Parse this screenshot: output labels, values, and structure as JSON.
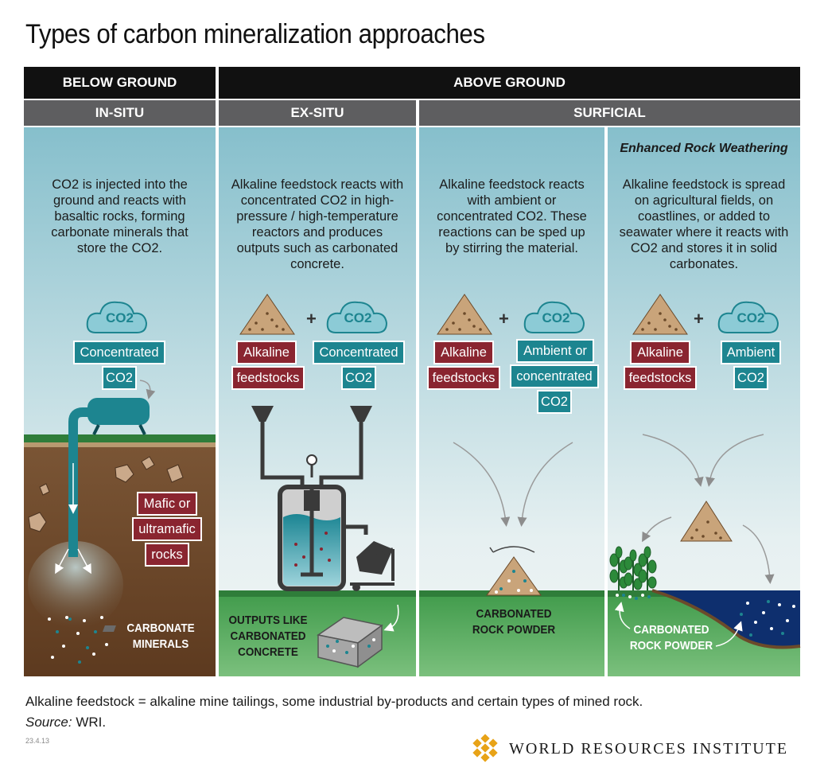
{
  "title": "Types of carbon mineralization approaches",
  "headers": {
    "below_ground": "BELOW GROUND",
    "above_ground": "ABOVE GROUND",
    "in_situ": "IN-SITU",
    "ex_situ": "EX-SITU",
    "surficial": "SURFICIAL"
  },
  "panels": {
    "in_situ": {
      "text": "CO2 is injected into the ground and reacts with basaltic rocks, forming carbonate minerals that store the CO2.",
      "cloud": "CO2",
      "tag_line1": "Concentrated",
      "tag_line2": "CO2",
      "rocks_line1": "Mafic or",
      "rocks_line2": "ultramafic",
      "rocks_line3": "rocks",
      "caption_line1": "CARBONATE",
      "caption_line2": "MINERALS"
    },
    "ex_situ": {
      "text": "Alkaline feedstock reacts with concentrated CO2 in high-pressure / high-temperature reactors and produces outputs such as carbonated concrete.",
      "plus": "+",
      "cloud": "CO2",
      "feed_line1": "Alkaline",
      "feed_line2": "feedstocks",
      "co2_line1": "Concentrated",
      "co2_line2": "CO2",
      "caption_line1": "OUTPUTS LIKE",
      "caption_line2": "CARBONATED",
      "caption_line3": "CONCRETE"
    },
    "surficial": {
      "text": "Alkaline feedstock reacts with ambient or concentrated CO2. These reactions can be sped up by stirring the material.",
      "plus": "+",
      "cloud": "CO2",
      "feed_line1": "Alkaline",
      "feed_line2": "feedstocks",
      "co2_line1": "Ambient or",
      "co2_line2": "concentrated",
      "co2_line3": "CO2",
      "caption_line1": "CARBONATED",
      "caption_line2": "ROCK POWDER"
    },
    "weathering": {
      "subtitle": "Enhanced Rock Weathering",
      "text": "Alkaline feedstock is spread on agricultural fields, on coastlines, or added to seawater where it reacts with CO2 and stores it in solid carbonates.",
      "plus": "+",
      "cloud": "CO2",
      "feed_line1": "Alkaline",
      "feed_line2": "feedstocks",
      "co2_line1": "Ambient",
      "co2_line2": "CO2",
      "caption_line1": "CARBONATED",
      "caption_line2": "ROCK POWDER"
    }
  },
  "footnote": "Alkaline feedstock = alkaline mine tailings, some industrial by-products and certain types of mined rock.",
  "source_label": "Source:",
  "source_value": " WRI.",
  "code": "23.4.13",
  "brand": "WORLD RESOURCES INSTITUTE",
  "colors": {
    "sky_top": "#8cc3cf",
    "sky_bottom": "#e8f1f2",
    "teal": "#1d8590",
    "maroon": "#8a2530",
    "soil": "#6f4a2c",
    "grass": "#2f8a3d",
    "sea": "#0e2f6e",
    "header_black": "#111111",
    "header_grey": "#5e5e60",
    "sand": "#c9a47a"
  }
}
